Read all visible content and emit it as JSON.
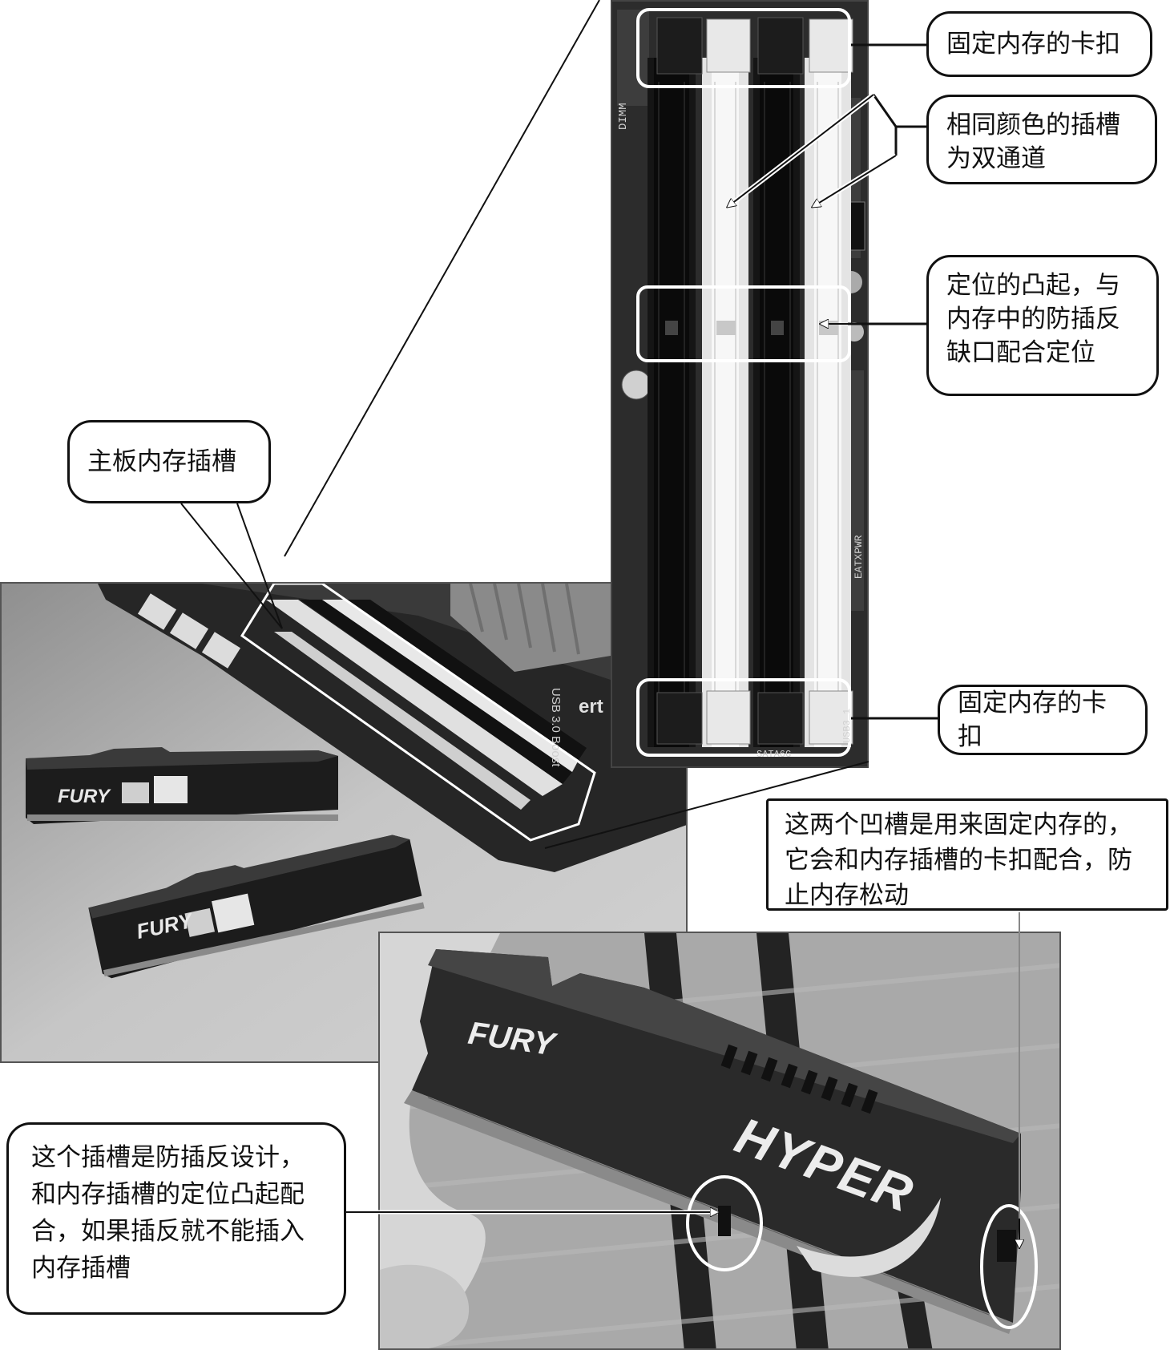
{
  "labels": {
    "clip_top": "固定内存的卡扣",
    "dual_channel": "相同颜色的插槽为双通道",
    "key_bump": "定位的凸起，与内存中的防插反缺口配合定位",
    "mb_slot": "主板内存插槽",
    "clip_bottom": "固定内存的卡扣",
    "notches": "这两个凹槽是用来固定内存的，它会和内存插槽的卡扣配合，防止内存松动",
    "key_slot": "这个插槽是防插反设计，和内存插槽的定位凸起配合，如果插反就不能插入内存插槽"
  },
  "photo_text": {
    "brand_fury": "FURY",
    "brand_hyperx": "HYPER",
    "board_usb": "USB 3.0 Boost",
    "board_dimm": "DIMM",
    "board_eatx": "EATXPWR",
    "board_sata": "SATA6G",
    "board_usb3": "USB3_1",
    "board_ert": "ert"
  },
  "colors": {
    "outline": "#111111",
    "highlight": "#ffffff",
    "pcb": "#2a2a2a",
    "slot_light": "#dcdcdc",
    "desk": "#bdbdbd",
    "fabric": "#a8a8a8"
  }
}
